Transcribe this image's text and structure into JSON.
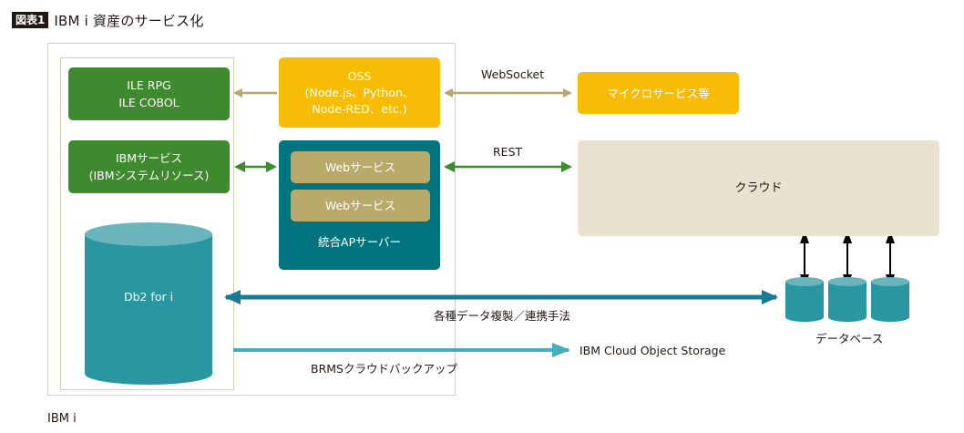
{
  "figure": {
    "badge": "図表1",
    "title": "IBM i 資産のサービス化"
  },
  "ibm_i": {
    "label": "IBM i",
    "ile": {
      "line1": "ILE RPG",
      "line2": "ILE COBOL"
    },
    "ibm_service": {
      "line1": "IBMサービス",
      "line2": "(IBMシステムリソース)"
    },
    "db2": "Db2 for i",
    "oss": {
      "line1": "OSS",
      "line2": "(Node.js、Python、",
      "line3": "Node-RED、etc.)"
    },
    "ap_server": {
      "label": "統合APサーバー",
      "web_services": [
        "Webサービス",
        "Webサービス"
      ]
    }
  },
  "external": {
    "microservices": "マイクロサービス等",
    "cloud": "クラウド",
    "database_label": "データベース",
    "ibm_cos": "IBM Cloud Object Storage"
  },
  "connections": {
    "websocket": "WebSocket",
    "rest": "REST",
    "data_replication": "各種データ複製／連携手法",
    "brms_backup": "BRMSクラウドバックアップ"
  },
  "colors": {
    "green": "#3f8a2e",
    "yellow": "#f7bc06",
    "teal_dark": "#00747e",
    "teal_db": "#2a969f",
    "khaki": "#b9aa6c",
    "cloud_bg": "#e7e3d0",
    "frame": "#d5ceb6",
    "arrow_khaki": "#b5a872",
    "arrow_green": "#3f8a2e",
    "arrow_blue": "#1a7a94",
    "arrow_light_teal": "#45b0bc"
  }
}
